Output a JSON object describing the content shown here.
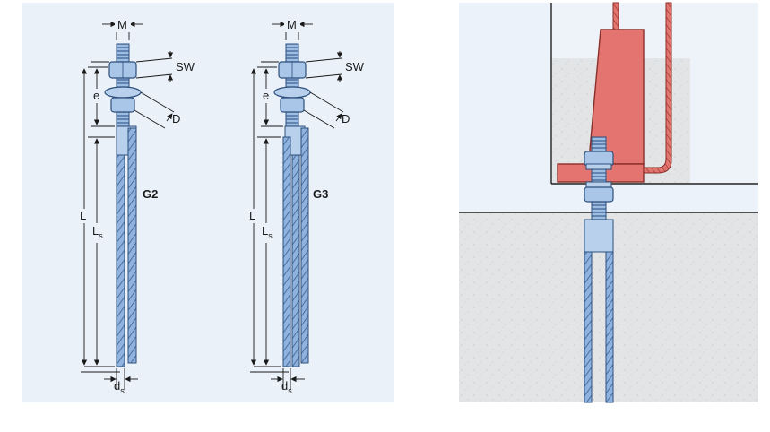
{
  "left_diagram": {
    "models": [
      {
        "label": "G2"
      },
      {
        "label": "G3"
      }
    ],
    "dimensions": {
      "thread_diameter": "M",
      "wrench_size": "SW",
      "washer_diameter": "D",
      "thread_length": "e",
      "total_length": "L",
      "bar_length_main": "L",
      "bar_length_sub": "s",
      "bar_diameter_main": "d",
      "bar_diameter_sub": "s"
    }
  },
  "colors": {
    "panel_bg": "#eaf1f9",
    "rod_blue": "#8fb3de",
    "rod_dark": "#3a5f8f",
    "plate_red": "#e4746f",
    "concrete_gray": "#e2e4e6"
  }
}
